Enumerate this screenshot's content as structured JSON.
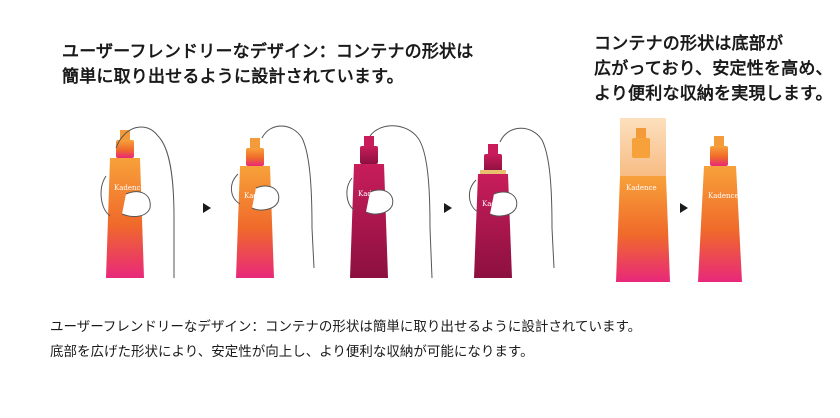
{
  "headline_left": {
    "line1": "ユーザーフレンドリーなデザイン：コンテナの形状は",
    "line2": "簡単に取り出せるように設計されています。"
  },
  "headline_right": {
    "line1": "コンテナの形状は底部が",
    "line2": "広がっており、安定性を高め、",
    "line3": "より便利な収納を実現します。"
  },
  "captions": {
    "line1": "ユーザーフレンドリーなデザイン：コンテナの形状は簡単に取り出せるように設計されています。",
    "line2": "底部を広げた形状により、安定性が向上し、より便利な収納が可能になります。"
  },
  "brand": "Kadence",
  "colors": {
    "orange_top": "#f7a13a",
    "orange_mid": "#f06a2a",
    "pink_bottom": "#e8287a",
    "crimson_top": "#c81d5a",
    "crimson_bottom": "#8c1040",
    "hand_line": "#555555",
    "arrow": "#1a1a1a"
  }
}
